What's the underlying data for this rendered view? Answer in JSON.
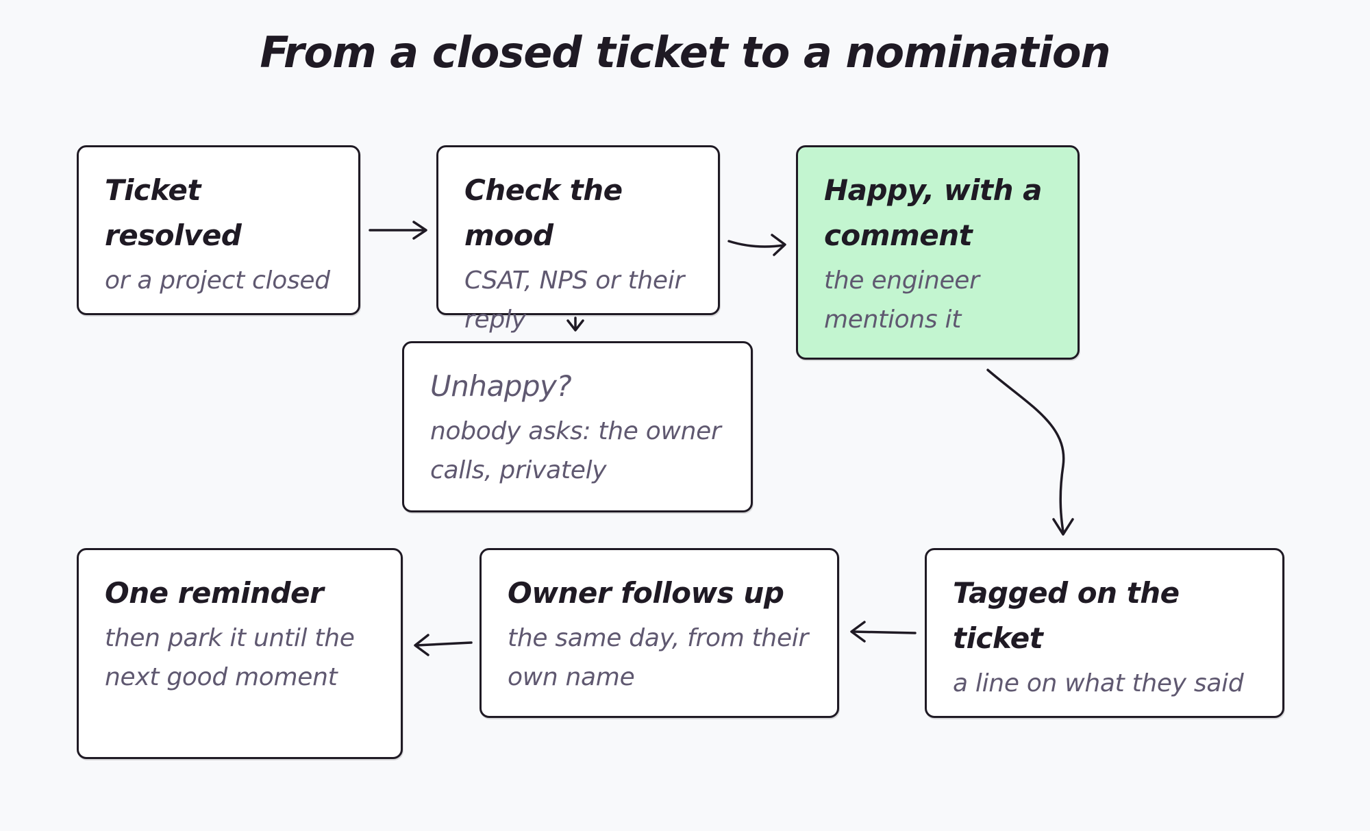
{
  "title": "From a closed ticket to a nomination",
  "colors": {
    "background": "#f8f9fb",
    "node_fill": "#ffffff",
    "highlight_fill": "#c3f5d0",
    "ink": "#1f1a24",
    "muted_ink": "#5f5870"
  },
  "nodes": {
    "ticket_resolved": {
      "title": "Ticket resolved",
      "note": "or a project closed"
    },
    "check_mood": {
      "title": "Check the mood",
      "note": "CSAT, NPS or their reply"
    },
    "happy": {
      "title": "Happy, with a comment",
      "note": "the engineer mentions it"
    },
    "unhappy": {
      "title": "Unhappy?",
      "note": "nobody asks: the owner calls, privately"
    },
    "tagged": {
      "title": "Tagged on the ticket",
      "note": "a line on what they said"
    },
    "owner_follows_up": {
      "title": "Owner follows up",
      "note": "the same day, from their own name"
    },
    "one_reminder": {
      "title": "One reminder",
      "note": "then park it until the next good moment"
    }
  }
}
